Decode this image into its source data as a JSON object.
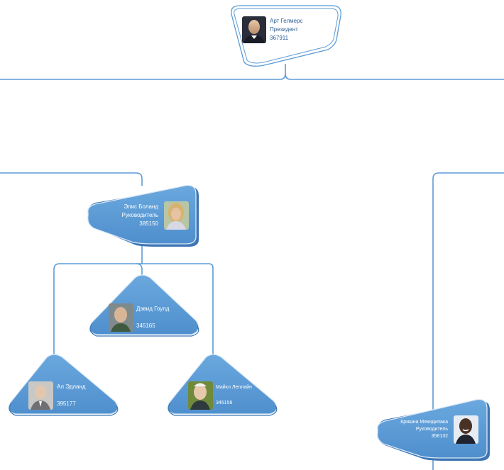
{
  "nodes": {
    "art": {
      "name": "Арт Гелмерс",
      "title": "Президент",
      "id": "367911",
      "photo": "avatar-art-gelmers"
    },
    "alice": {
      "name": "Элис Боланд",
      "title": "Руководитель",
      "id": "385150",
      "photo": "avatar-alice-boland"
    },
    "david": {
      "name": "Дэвид Гоулд",
      "id": "345165",
      "photo": "avatar-david-gould"
    },
    "al": {
      "name": "Ал Эдланд",
      "id": "395177",
      "photo": "avatar-al-edland"
    },
    "michael": {
      "name": "Майкл Леплайн",
      "id": "345156",
      "photo": "avatar-michael-leplain"
    },
    "krishna": {
      "name": "Кришна Мекидипака",
      "title": "Руководитель",
      "id": "358132",
      "photo": "avatar-krishna"
    }
  },
  "colors": {
    "line": "#5b9bd5",
    "shape_fill": "#5b9bd5",
    "shape_stroke": "#3e76b4",
    "text_dark": "#2f5e96",
    "text_light": "#ffffff"
  }
}
